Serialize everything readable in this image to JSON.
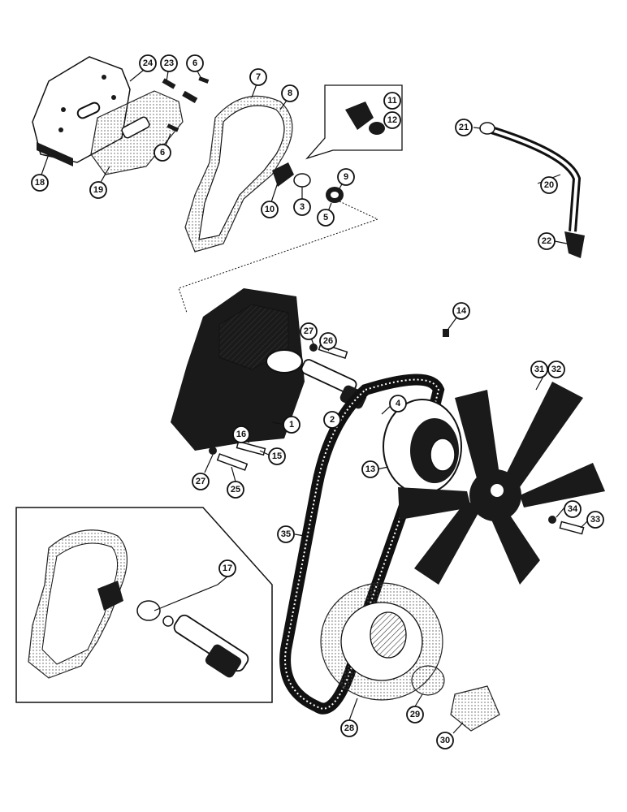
{
  "diagram": {
    "callouts": {
      "c1": "1",
      "c2": "2",
      "c3": "3",
      "c4": "4",
      "c5": "5",
      "c6a": "6",
      "c6b": "6",
      "c7": "7",
      "c8": "8",
      "c9": "9",
      "c10": "10",
      "c11": "11",
      "c12": "12",
      "c13": "13",
      "c14": "14",
      "c15": "15",
      "c16": "16",
      "c17": "17",
      "c18": "18",
      "c19": "19",
      "c20": "20",
      "c21": "21",
      "c22": "22",
      "c23": "23",
      "c24": "24",
      "c25": "25",
      "c26": "26",
      "c27a": "27",
      "c27b": "27",
      "c28": "28",
      "c29": "29",
      "c30": "30",
      "c31": "31",
      "c32": "32",
      "c33": "33",
      "c34": "34",
      "c35": "35"
    }
  }
}
